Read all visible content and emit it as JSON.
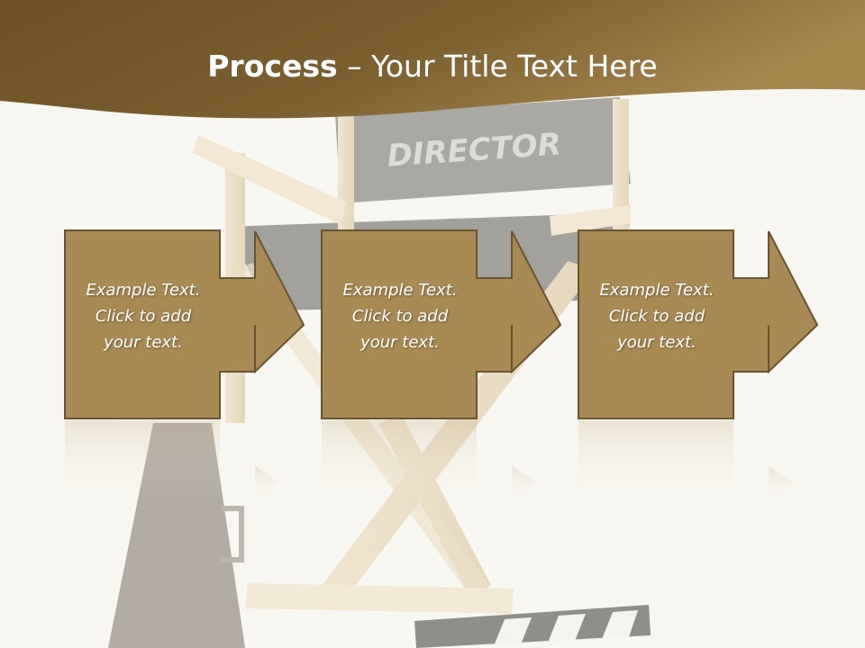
{
  "title": {
    "bold": "Process",
    "rest": " – Your Title Text Here"
  },
  "background": {
    "chair_label": "DIRECTOR"
  },
  "colors": {
    "header_dark": "#6e5426",
    "header_light": "#a8874f",
    "box_fill": "#a98a55",
    "box_border": "#6b5430",
    "text": "#ffffff"
  },
  "steps": [
    {
      "line1": "Example Text.",
      "line2": "Click  to add",
      "line3": "your text."
    },
    {
      "line1": "Example Text.",
      "line2": "Click  to add",
      "line3": "your text."
    },
    {
      "line1": "Example Text.",
      "line2": "Click  to add",
      "line3": "your text."
    }
  ]
}
